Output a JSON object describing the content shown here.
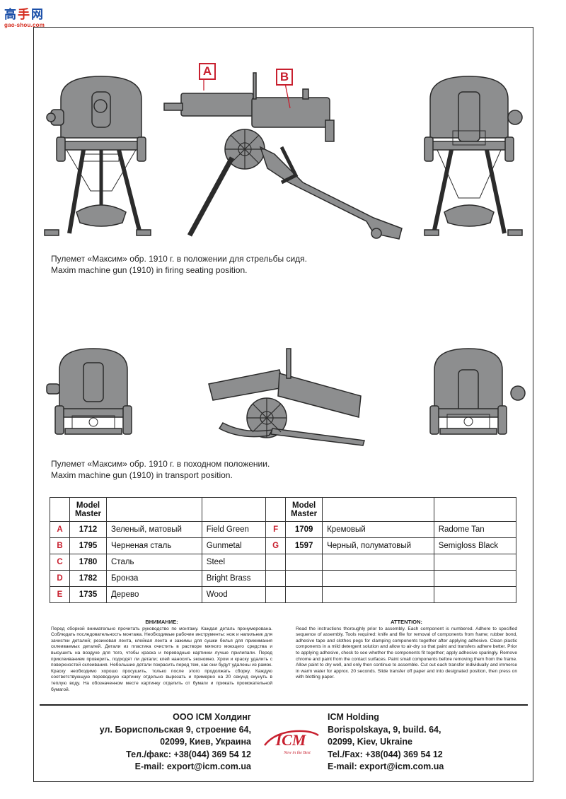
{
  "watermark": {
    "char1": "高",
    "char2": "手",
    "char3": "网",
    "site": "gao-shou.com"
  },
  "callouts": [
    "A",
    "B"
  ],
  "captions": {
    "firing_ru": "Пулемет «Максим» обр. 1910 г. в положении для стрельбы сидя.",
    "firing_en": "Maxim machine gun (1910) in firing seating position.",
    "transport_ru": "Пулемет «Максим» обр. 1910 г. в походном положении.",
    "transport_en": "Maxim machine gun (1910) in transport position."
  },
  "paint_table": {
    "header": "Model Master",
    "left": [
      {
        "letter": "A",
        "code": "1712",
        "ru": "Зеленый, матовый",
        "en": "Field Green"
      },
      {
        "letter": "B",
        "code": "1795",
        "ru": "Черненая сталь",
        "en": "Gunmetal"
      },
      {
        "letter": "C",
        "code": "1780",
        "ru": "Сталь",
        "en": "Steel"
      },
      {
        "letter": "D",
        "code": "1782",
        "ru": "Бронза",
        "en": "Bright Brass"
      },
      {
        "letter": "E",
        "code": "1735",
        "ru": "Дерево",
        "en": "Wood"
      }
    ],
    "right": [
      {
        "letter": "F",
        "code": "1709",
        "ru": "Кремовый",
        "en": "Radome Tan"
      },
      {
        "letter": "G",
        "code": "1597",
        "ru": "Черный, полуматовый",
        "en": "Semigloss Black"
      }
    ]
  },
  "notes": {
    "ru_title": "ВНИМАНИЕ:",
    "ru_text": "Перед сборкой внимательно прочитать руководство по монтажу. Каждая деталь пронумерована. Соблюдать последовательность монтажа. Необходимые рабочие инструменты: нож и напильник для зачистки деталей; резиновая лента, клейкая лента и зажимы для сушки белья для прижимания склеиваемых деталей. Детали из пластика очистить в растворе мягкого моющего средства и высушить на воздухе для того, чтобы краска и переводные картинки лучше прилипали. Перед приклеиванием проверить, подходят ли детали; клей наносить экономно. Хром и краску удалить с поверхностей склеивания. Небольшие детали покрасить перед тем, как они будут удалены из рамок. Краску необходимо хорошо просушить, только после этого продолжать сборку. Каждую соответствующую переводную картинку отдельно вырезать и примерно на 20 секунд окунуть в теплую воду. На обозначенном месте картинку отделить от бумаги и прижать промокательной бумагой.",
    "en_title": "ATTENTION:",
    "en_text": "Read the instructions thoroughly prior to assembly. Each component is numbered. Adhere to specified sequence of assembly. Tools required: knife and file for removal of components from frame; rubber bond, adhesive tape and clothes pegs for clamping components together after applying adhesive. Clean plastic components in a mild detergent solution and allow to air-dry so that paint and transfers adhere better. Prior to applying adhesive, check to see whether the components fit together; apply adhesive sparingly. Remove chrome and paint from the contact surfaces. Paint small components before removing them from the frame. Allow paint to dry well, and only then continue to assemble. Cut out each transfer individually and immerse in warm water for approx. 20 seconds. Slide transfer off paper and into designated position, then press on with blotting paper."
  },
  "address_ru": [
    "ООО ICM Холдинг",
    "ул. Бориспольская 9, строение 64,",
    "02099, Киев, Украина",
    "Тел./факс: +38(044) 369 54 12",
    "E-mail: export@icm.com.ua"
  ],
  "address_en": [
    "ICM Holding",
    "Borispolskaya, 9, build. 64,",
    "02099, Kiev, Ukraine",
    "Tel./Fax: +38(044) 369 54 12",
    "E-mail: export@icm.com.ua"
  ],
  "logo": {
    "text": "ICM",
    "tagline": "New in the Best"
  },
  "colors": {
    "gun_gray": "#8d8e8f",
    "outline": "#2b2b2b",
    "accent_red": "#c8202f"
  }
}
